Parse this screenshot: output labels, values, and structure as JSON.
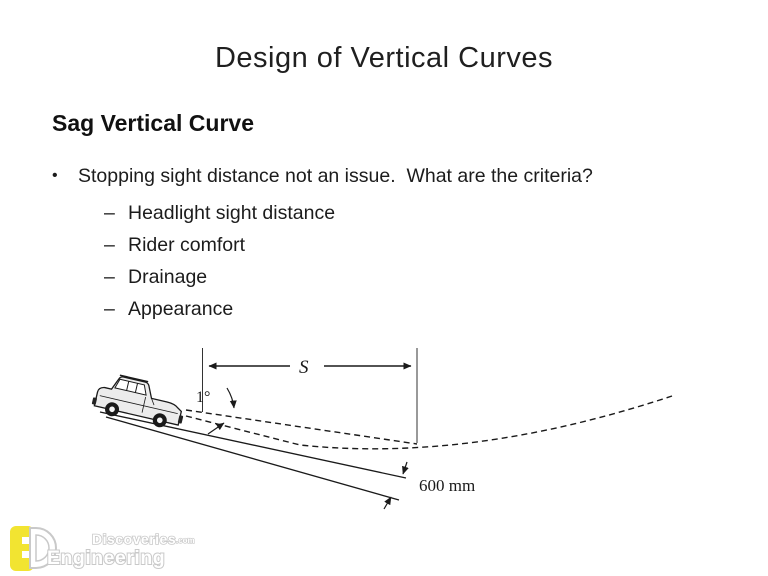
{
  "slide": {
    "title": "Design of Vertical Curves",
    "heading": "Sag Vertical Curve",
    "bullet_char": "•",
    "bullet": "Stopping sight distance not an issue.  What are the criteria?",
    "dash_char": "–",
    "sub_bullets": [
      "Headlight sight distance",
      "Rider comfort",
      "Drainage",
      "Appearance"
    ]
  },
  "diagram": {
    "s_label": "S",
    "angle_label": "1°",
    "offset_label": "600 mm"
  },
  "logo": {
    "word_top": "Discoveries",
    "word_top_suffix": ".com",
    "word_bottom": "Engineering"
  },
  "colors": {
    "background": "#ffffff",
    "text": "#1c1c1c",
    "diagram_line": "#1a1a1a",
    "logo_yellow": "#f2e431",
    "logo_outline": "#c9c9c9"
  }
}
